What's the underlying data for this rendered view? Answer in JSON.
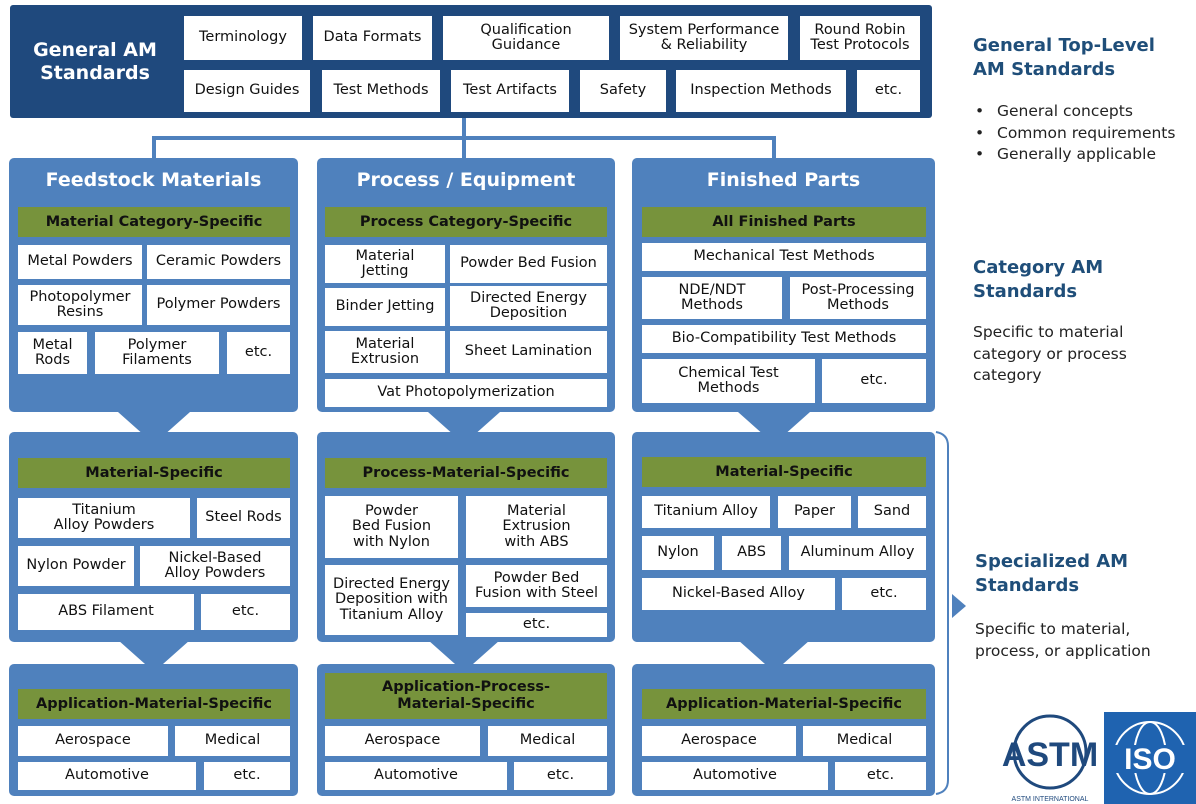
{
  "general": {
    "title": "General AM\nStandards",
    "items": [
      "Terminology",
      "Data Formats",
      "Qualification\nGuidance",
      "System Performance\n& Reliability",
      "Round Robin\nTest Protocols",
      "Design Guides",
      "Test Methods",
      "Test Artifacts",
      "Safety",
      "Inspection Methods",
      "etc."
    ]
  },
  "feedstock": {
    "title": "Feedstock Materials",
    "category": {
      "header": "Material Category-Specific",
      "items": [
        "Metal Powders",
        "Ceramic Powders",
        "Photopolymer\nResins",
        "Polymer Powders",
        "Metal\nRods",
        "Polymer\nFilaments",
        "etc."
      ]
    },
    "specific": {
      "header": "Material-Specific",
      "items": [
        "Titanium\nAlloy Powders",
        "Steel Rods",
        "Nylon Powder",
        "Nickel-Based\nAlloy Powders",
        "ABS Filament",
        "etc."
      ]
    },
    "application": {
      "header": "Application-Material-Specific",
      "items": [
        "Aerospace",
        "Medical",
        "Automotive",
        "etc."
      ]
    }
  },
  "process": {
    "title": "Process / Equipment",
    "category": {
      "header": "Process Category-Specific",
      "items": [
        "Material\nJetting",
        "Powder Bed Fusion",
        "Binder Jetting",
        "Directed Energy\nDeposition",
        "Material\nExtrusion",
        "Sheet Lamination",
        "Vat Photopolymerization"
      ]
    },
    "specific": {
      "header": "Process-Material-Specific",
      "items": [
        "Powder\nBed Fusion\nwith Nylon",
        "Material\nExtrusion\nwith ABS",
        "Directed Energy\nDeposition with\nTitanium Alloy",
        "Powder Bed\nFusion with Steel",
        "etc."
      ]
    },
    "application": {
      "header": "Application-Process-\nMaterial-Specific",
      "items": [
        "Aerospace",
        "Medical",
        "Automotive",
        "etc."
      ]
    }
  },
  "finished": {
    "title": "Finished Parts",
    "category": {
      "header": "All Finished Parts",
      "items": [
        "Mechanical Test Methods",
        "NDE/NDT\nMethods",
        "Post-Processing\nMethods",
        "Bio-Compatibility Test Methods",
        "Chemical Test\nMethods",
        "etc."
      ]
    },
    "specific": {
      "header": "Material-Specific",
      "items": [
        "Titanium Alloy",
        "Paper",
        "Sand",
        "Nylon",
        "ABS",
        "Aluminum Alloy",
        "Nickel-Based Alloy",
        "etc."
      ]
    },
    "application": {
      "header": "Application-Material-Specific",
      "items": [
        "Aerospace",
        "Medical",
        "Automotive",
        "etc."
      ]
    }
  },
  "legend": {
    "general": {
      "title": "General Top-Level\nAM Standards",
      "bullets": [
        "General concepts",
        "Common requirements",
        "Generally applicable"
      ]
    },
    "category": {
      "title": "Category AM\nStandards",
      "text": "Specific to material\ncategory or process\ncategory"
    },
    "specialized": {
      "title": "Specialized AM\nStandards",
      "text": "Specific to material,\nprocess, or application"
    }
  },
  "logos": {
    "astm": "ASTM",
    "astm_sub": "ASTM INTERNATIONAL",
    "iso": "ISO"
  },
  "colors": {
    "dark_blue": "#1f497d",
    "mid_blue": "#4f81bd",
    "green": "#77933c",
    "legend_text": "#1f4e79"
  }
}
